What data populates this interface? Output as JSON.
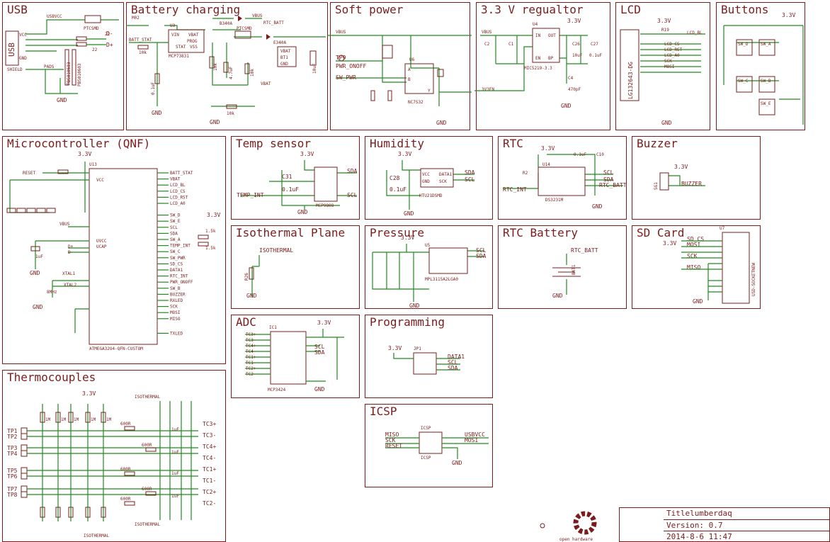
{
  "sections": {
    "usb": "USB",
    "battery": "Battery charging",
    "softpower": "Soft power",
    "regulator": "3.3 V regualtor",
    "lcd": "LCD",
    "buttons": "Buttons",
    "mcu": "Microcontroller (QNF)",
    "temp": "Temp sensor",
    "humidity": "Humidity",
    "rtc": "RTC",
    "buzzer": "Buzzer",
    "isothermal": "Isothermal Plane",
    "pressure": "Pressure",
    "rtcbattery": "RTC Battery",
    "sdcard": "SD Card",
    "adc": "ADC",
    "programming": "Programming",
    "thermocouples": "Thermocouples",
    "icsp": "ICSP"
  },
  "labels": {
    "usbvcc": "USBVCC",
    "usb": "USB",
    "ptc": "PTCSMD",
    "r22a": "22",
    "r22b": "22",
    "dm": "D-",
    "dp": "D+",
    "pbs1": "PBS010603",
    "pbs2": "PBS010603",
    "vcc": "VCC",
    "gnd": "GND",
    "shield": "SHIELD",
    "pads": "PADS",
    "m02": "M02",
    "m02b": "M02",
    "b340a": "B340A",
    "vbus": "VBUS",
    "rtcbatt": "RTC_BATT",
    "ptcsmd2": "PTCSMD",
    "battstat": "BATT_STAT",
    "u3": "U3",
    "vin": "VIN",
    "vbat": "VBAT",
    "prog": "PROG",
    "stat": "STAT",
    "vss": "VSS",
    "mcp": "MCP73831",
    "r10k": "10k",
    "r10k2": "10k",
    "r10k3": "10k",
    "r10k4": "10k",
    "c01": "0.1uF",
    "c47": "4.7uF",
    "c10": "10uF",
    "bt1": "BT1",
    "e340a": "E340A",
    "vbus2": "VBUS",
    "tp9": "TP9",
    "pwronoff": "PWR_ONOFF",
    "swpwr": "SW_PWR",
    "u6": "U6",
    "nc7s": "NC7S32",
    "ain": "A",
    "bin": "B",
    "yout": "Y",
    "v33en": "3V3EN",
    "v33": "3.3V",
    "u4": "U4",
    "nin": "IN",
    "nout": "OUT",
    "en": "EN",
    "bp": "BP",
    "mic": "MIC5219-3.3",
    "c2": "C2",
    "c1": "C1",
    "c26": "C26",
    "c27": "C27",
    "c4": "C4",
    "c470": "470pF",
    "c10u": "10uF",
    "c01b": "0.1uF",
    "lcdpart": "LG132643-DG",
    "r19": "R19",
    "lcdbl": "LCD_BL",
    "lcdcs": "LCD_CS",
    "lcdrst": "LCD_RST",
    "lcda0": "LCD_A0",
    "sck": "SCK",
    "mosi": "MOSI",
    "swd": "SW_D",
    "swa": "SW_A",
    "swc": "SW_C",
    "swb": "SW_B",
    "swe": "SW_E",
    "u13": "U13",
    "reset": "RESET",
    "xtal1": "XTAL1",
    "xtal2": "XTAL2",
    "mhz": "8MHz",
    "atmega": "ATMEGA32U4-QFN-CUSTOM",
    "mcuright": [
      "BATT_STAT",
      "VBAT",
      "LCD_BL",
      "LCD_CS",
      "LCD_RST",
      "LCD_A0",
      "SW_D",
      "SW_E",
      "SCL",
      "SDA",
      "SW_A",
      "TEMP_INT",
      "SW_C",
      "SW_PWR",
      "SD_CS",
      "DATA1",
      "RTC_INT",
      "PWR_ONOFF",
      "SW_B",
      "BUZZER",
      "RXLED",
      "SCK",
      "MOSI",
      "MISO",
      "TXLED"
    ],
    "r15k": "1.5k",
    "r15k2": "1.5k",
    "uvcc": "UVCC",
    "ucap": "UCAP",
    "c1uf": "1uF",
    "c31": "C31",
    "tempint": "TEMP_INT",
    "mcp9808": "MCP9808",
    "scl": "SCL",
    "sda": "SDA",
    "c28": "C28",
    "htu": "HTU21DSMD",
    "u14": "U14",
    "c10r": "C10",
    "ds": "DS3231M",
    "r2": "R2",
    "rtcint": "RTC_INT",
    "sg1": "SG1",
    "buzz": "BUZZER",
    "isoth": "ISOTHERMAL",
    "r26": "R26",
    "u5": "U5",
    "mpl": "MPL3115A2LGA0",
    "bat1": "BAT1",
    "u7": "U7",
    "sdcs": "SD_CS",
    "miso": "MISO",
    "usdsocket": "USD-SOCKETNEW",
    "ic1": "IC1",
    "mcp3424": "MCP3424",
    "tcs": [
      "TC3+",
      "TC3-",
      "TC4+",
      "TC4-",
      "TC1+",
      "TC1-",
      "TC2+",
      "TC2-"
    ],
    "jp1": "JP1",
    "data1": "DATA1",
    "icspp": "ICSP",
    "usbvcc2": "USBVCC",
    "tps": [
      "TP1",
      "TP2",
      "TP3",
      "TP4",
      "TP5",
      "TP6",
      "TP7",
      "TP8"
    ],
    "r600": "600R",
    "r1m": "1M",
    "c1uf2": "1uF"
  },
  "titleblock": {
    "title": "Titlelumberdaq",
    "version": "Version: 0.7",
    "date": "2014-8-6 11:47",
    "logo_text": "open hardware"
  }
}
